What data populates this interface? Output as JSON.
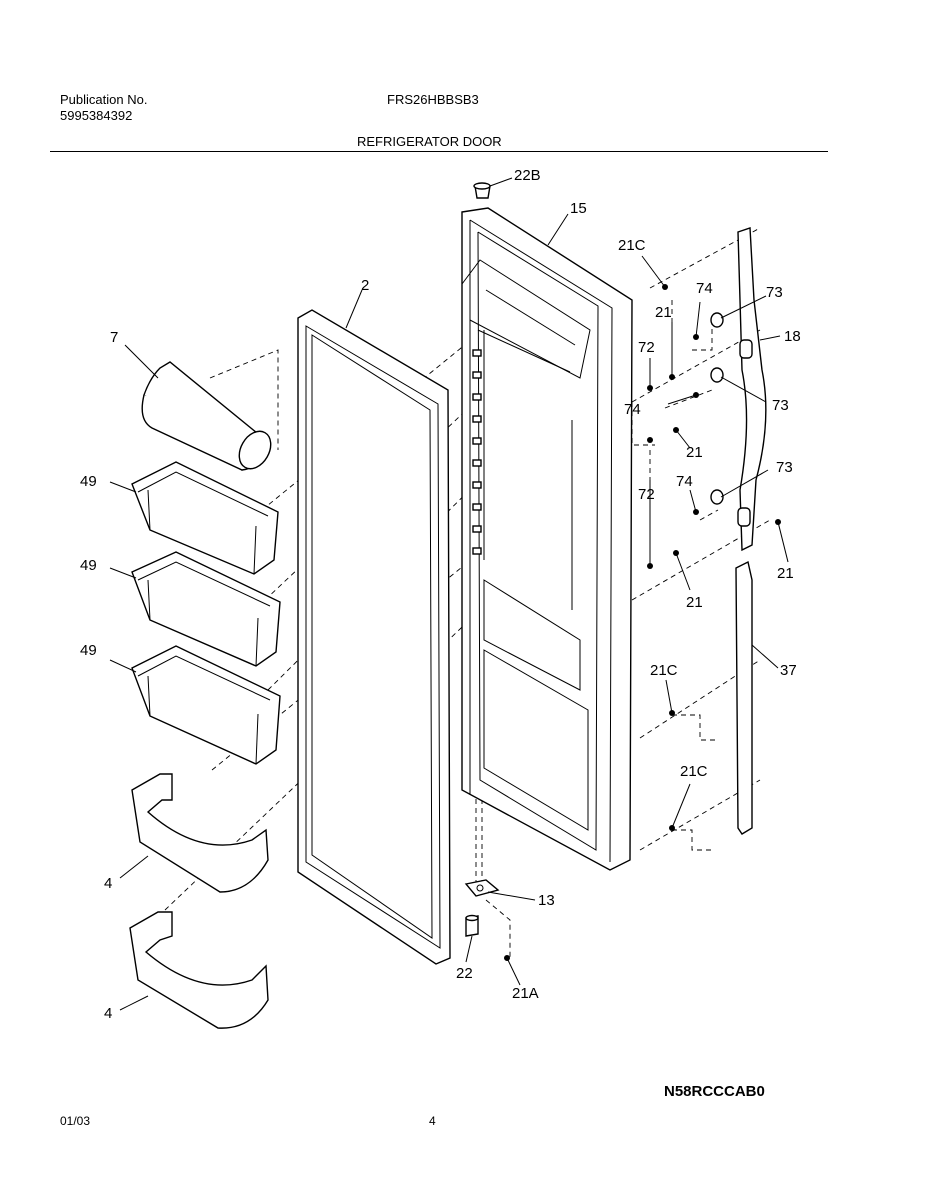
{
  "header": {
    "publication_label": "Publication No.",
    "publication_number": "5995384392",
    "model_number": "FRS26HBBSB3",
    "section_title": "REFRIGERATOR DOOR"
  },
  "callouts": {
    "c22B": "22B",
    "c15": "15",
    "c21C_top": "21C",
    "c2": "2",
    "c74_a": "74",
    "c73_a": "73",
    "c21_a": "21",
    "c18": "18",
    "c7": "7",
    "c72_a": "72",
    "c74_b": "74",
    "c73_b": "73",
    "c21_b": "21",
    "c49_a": "49",
    "c73_c": "73",
    "c74_c": "74",
    "c72_b": "72",
    "c49_b": "49",
    "c21_c": "21",
    "c21_d": "21",
    "c49_c": "49",
    "c37": "37",
    "c21C_mid": "21C",
    "c21C_low": "21C",
    "c4_a": "4",
    "c13": "13",
    "c22": "22",
    "c4_b": "4",
    "c21A": "21A"
  },
  "footer": {
    "diagram_code": "N58RCCCAB0",
    "date": "01/03",
    "page_number": "4"
  }
}
